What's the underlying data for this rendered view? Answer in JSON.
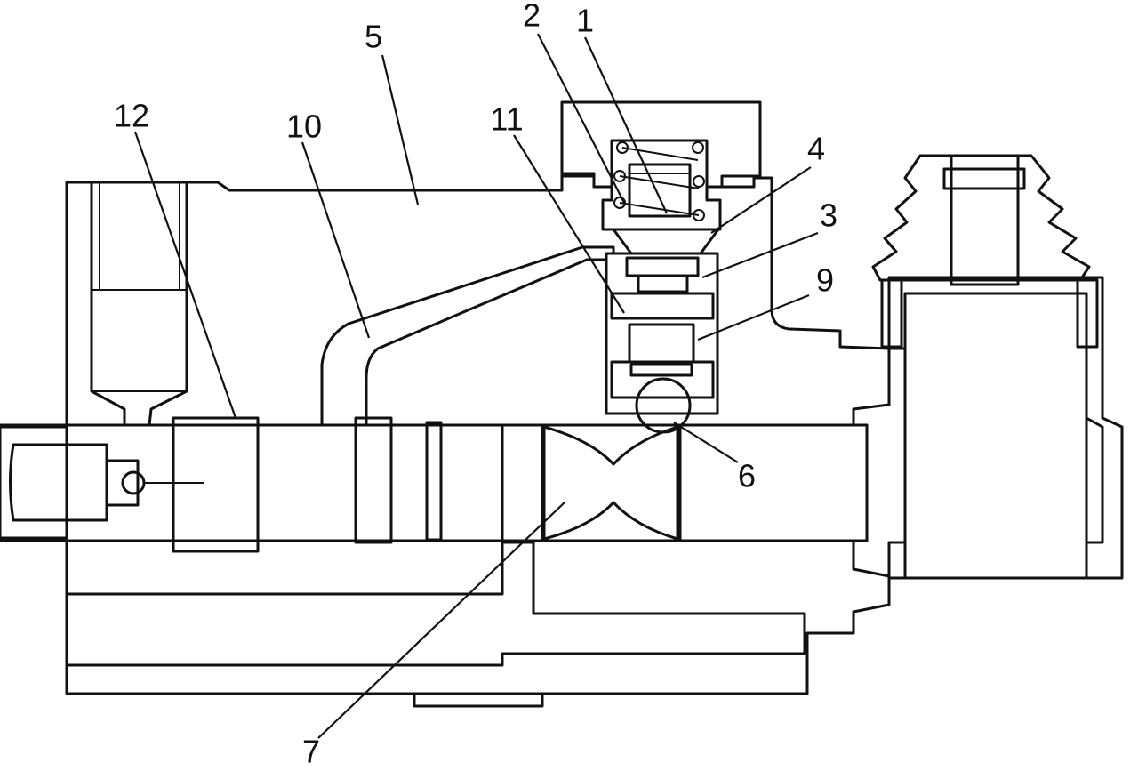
{
  "labels": {
    "p1": "1",
    "p2": "2",
    "p3": "3",
    "p4": "4",
    "p5": "5",
    "p6": "6",
    "p7": "7",
    "p9": "9",
    "p10": "10",
    "p11": "11",
    "p12": "12"
  },
  "colors": {
    "ink": "#111111",
    "paper": "#ffffff"
  }
}
